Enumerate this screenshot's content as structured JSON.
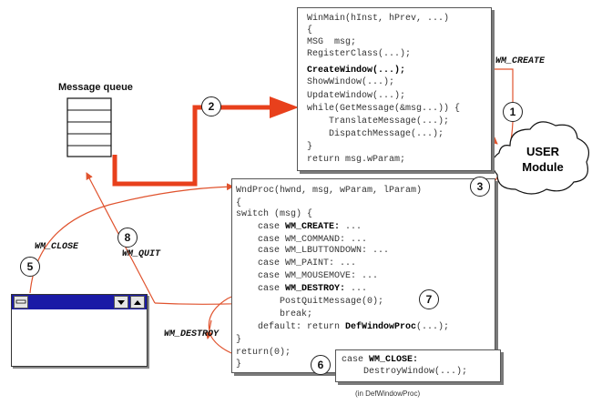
{
  "winmain": {
    "lines": [
      "WinMain(hInst, hPrev, ...)",
      "{",
      "MSG  msg;",
      "RegisterClass(...);",
      "CreateWindow(...);",
      "ShowWindow(...);",
      "UpdateWindow(...);",
      "while(GetMessage(&msg...)) {",
      "    TranslateMessage(...);",
      "    DispatchMessage(...);",
      "}",
      "return msg.wParam;"
    ]
  },
  "wndproc": {
    "lines": [
      "WndProc(hwnd, msg, wParam, lParam)",
      "{",
      "switch (msg) {",
      "    case WM_CREATE: ...",
      "    case WM_COMMAND: ...",
      "    case WM_LBUTTONDOWN: ...",
      "    case WM_PAINT: ...",
      "    case WM_MOUSEMOVE: ...",
      "    case WM_DESTROY: ...",
      "        PostQuitMessage(0);",
      "        break;",
      "    default: return DefWindowProc(...);",
      "}",
      "return(0);",
      "}"
    ]
  },
  "defwndproc": {
    "lines": [
      "case WM_CLOSE:",
      "    DestroyWindow(...);"
    ],
    "note": "(in DefWindowProc)"
  },
  "message_queue": {
    "title": "Message queue"
  },
  "user_module": {
    "line1": "USER",
    "line2": "Module"
  },
  "labels": {
    "wm_create": "WM_CREATE",
    "wm_close": "WM_CLOSE",
    "wm_quit": "WM_QUIT",
    "wm_destroy": "WM_DESTROY"
  },
  "steps": [
    "1",
    "2",
    "3",
    "5",
    "6",
    "7",
    "8"
  ],
  "colors": {
    "arrow": "#e0532e",
    "thick_arrow": "#e8401c",
    "titlebar": "#1a1aa6"
  }
}
